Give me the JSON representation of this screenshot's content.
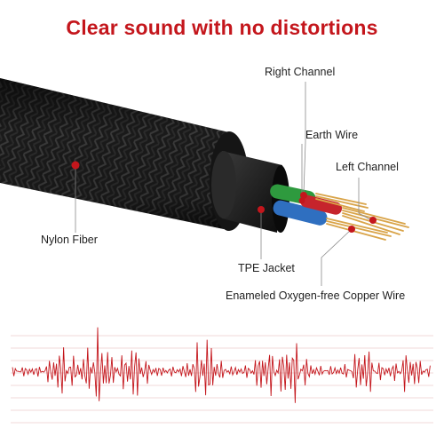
{
  "headline": "Clear sound with no distortions",
  "labels": {
    "right_channel": "Right Channel",
    "earth_wire": "Earth Wire",
    "left_channel": "Left Channel",
    "nylon_fiber": "Nylon Fiber",
    "tpe_jacket": "TPE Jacket",
    "copper_wire": "Enameled Oxygen-free Copper Wire"
  },
  "colors": {
    "accent": "#c4161c",
    "cable_braid": "#1b1b1b",
    "wire_green": "#2e9a3e",
    "wire_blue": "#2f6fc0",
    "wire_red": "#c6242c",
    "copper": "#d9a449",
    "waveform": "#c4161c"
  }
}
